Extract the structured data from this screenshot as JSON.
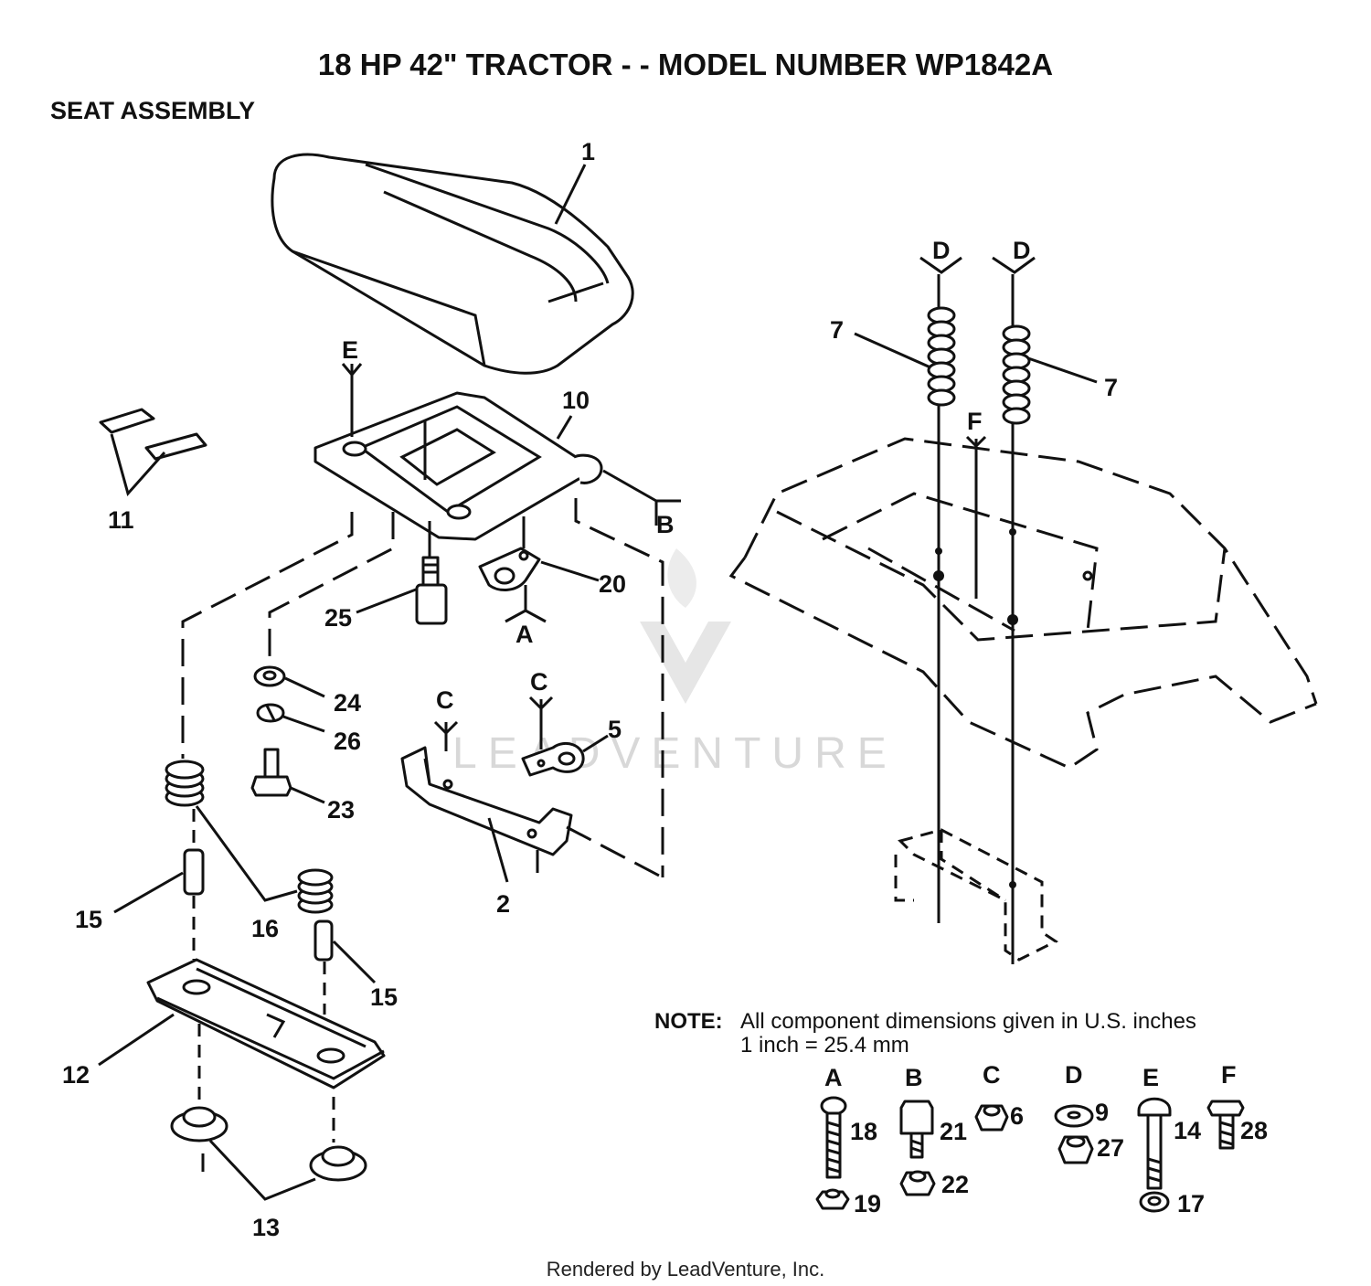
{
  "title": "18 HP 42\" TRACTOR - - MODEL NUMBER WP1842A",
  "subtitle": "SEAT ASSEMBLY",
  "callouts": {
    "p1": "1",
    "p2": "2",
    "p5": "5",
    "p7a": "7",
    "p7b": "7",
    "p10": "10",
    "p11": "11",
    "p12": "12",
    "p13": "13",
    "p15a": "15",
    "p15b": "15",
    "p16": "16",
    "p20": "20",
    "p23": "23",
    "p24": "24",
    "p25": "25",
    "p26": "26"
  },
  "ref_letters": {
    "E": "E",
    "B": "B",
    "A": "A",
    "C1": "C",
    "C2": "C",
    "D1": "D",
    "D2": "D",
    "F": "F"
  },
  "note": {
    "label": "NOTE:",
    "line1": "All component dimensions given in U.S. inches",
    "line2": "1 inch = 25.4 mm"
  },
  "hardware_key": [
    {
      "letter": "A",
      "parts": [
        "18",
        "19"
      ]
    },
    {
      "letter": "B",
      "parts": [
        "21",
        "22"
      ]
    },
    {
      "letter": "C",
      "parts": [
        "6"
      ]
    },
    {
      "letter": "D",
      "parts": [
        "9",
        "27"
      ]
    },
    {
      "letter": "E",
      "parts": [
        "14",
        "17"
      ]
    },
    {
      "letter": "F",
      "parts": [
        "28"
      ]
    }
  ],
  "watermark": "LEADVENTURE",
  "footer": "Rendered by LeadVenture, Inc."
}
